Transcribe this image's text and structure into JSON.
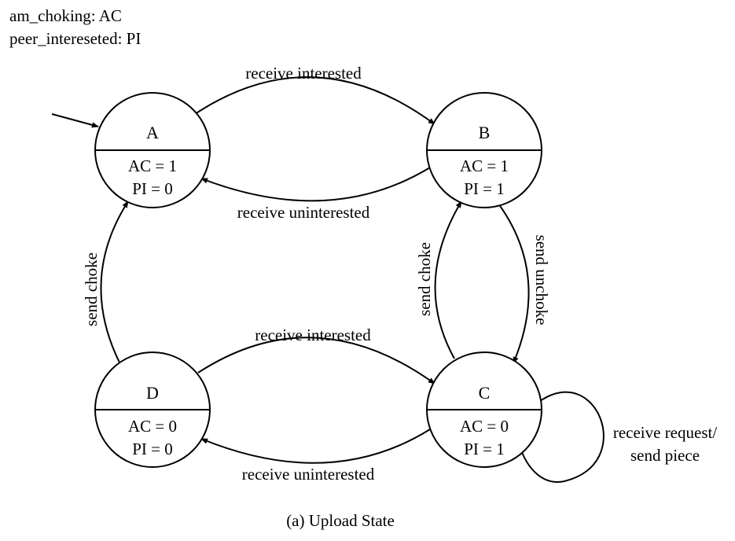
{
  "legend": {
    "line1": "am_choking: AC",
    "line2": "peer_intereseted: PI"
  },
  "states": {
    "A": {
      "name": "A",
      "ac": "AC = 1",
      "pi": "PI = 0"
    },
    "B": {
      "name": "B",
      "ac": "AC = 1",
      "pi": "PI = 1"
    },
    "C": {
      "name": "C",
      "ac": "AC = 0",
      "pi": "PI = 1"
    },
    "D": {
      "name": "D",
      "ac": "AC = 0",
      "pi": "PI = 0"
    }
  },
  "transitions": {
    "a_to_b": "receive interested",
    "b_to_a": "receive uninterested",
    "d_to_c": "receive interested",
    "c_to_d": "receive uninterested",
    "d_to_a": "send choke",
    "c_to_b": "send choke",
    "b_to_c": "send unchoke",
    "c_self_line1": "receive request/",
    "c_self_line2": "send piece"
  },
  "caption": "(a) Upload State"
}
